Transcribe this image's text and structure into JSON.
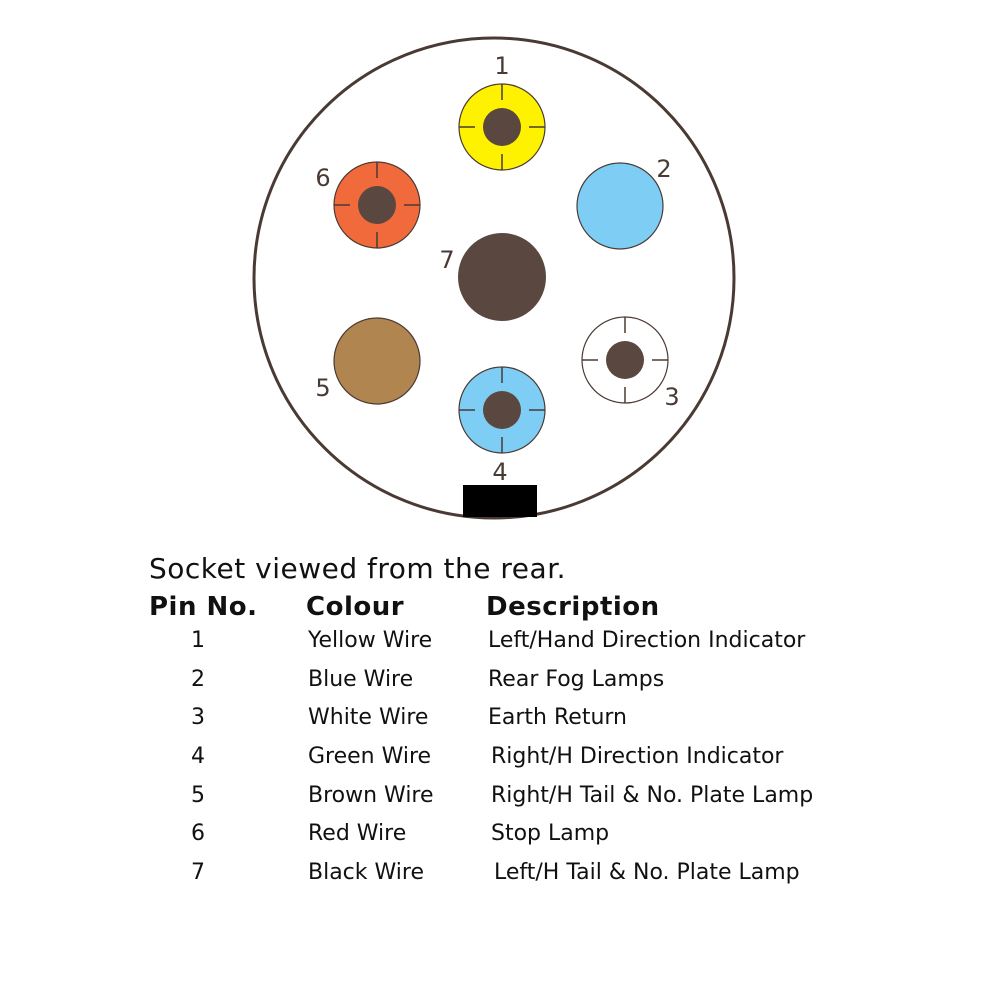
{
  "diagram": {
    "caption": "Socket viewed from the rear.",
    "pins": [
      {
        "number": "1",
        "fill": "#fef200",
        "style": "ring"
      },
      {
        "number": "2",
        "fill": "#7ecdf4",
        "style": "solid"
      },
      {
        "number": "3",
        "fill": "#ffffff",
        "style": "ring"
      },
      {
        "number": "4",
        "fill": "#7ecdf4",
        "style": "ring"
      },
      {
        "number": "5",
        "fill": "#b1854f",
        "style": "solid"
      },
      {
        "number": "6",
        "fill": "#f06a3c",
        "style": "ring"
      },
      {
        "number": "7",
        "fill": "#5a4740",
        "style": "solid"
      }
    ],
    "colors": {
      "outline": "#4a3a34",
      "pin_hole": "#5a4740",
      "key_tab": "#000000"
    }
  },
  "table": {
    "headers": {
      "pin": "Pin No.",
      "colour": "Colour",
      "description": "Description"
    },
    "rows": [
      {
        "pin": "1",
        "colour": "Yellow Wire",
        "description": "Left/Hand Direction Indicator"
      },
      {
        "pin": "2",
        "colour": "Blue Wire",
        "description": "Rear Fog Lamps"
      },
      {
        "pin": "3",
        "colour": "White Wire",
        "description": "Earth Return"
      },
      {
        "pin": "4",
        "colour": "Green Wire",
        "description": "Right/H Direction Indicator"
      },
      {
        "pin": "5",
        "colour": "Brown Wire",
        "description": "Right/H Tail & No. Plate Lamp"
      },
      {
        "pin": "6",
        "colour": "Red Wire",
        "description": "Stop Lamp"
      },
      {
        "pin": "7",
        "colour": "Black Wire",
        "description": "Left/H Tail & No. Plate Lamp"
      }
    ]
  }
}
